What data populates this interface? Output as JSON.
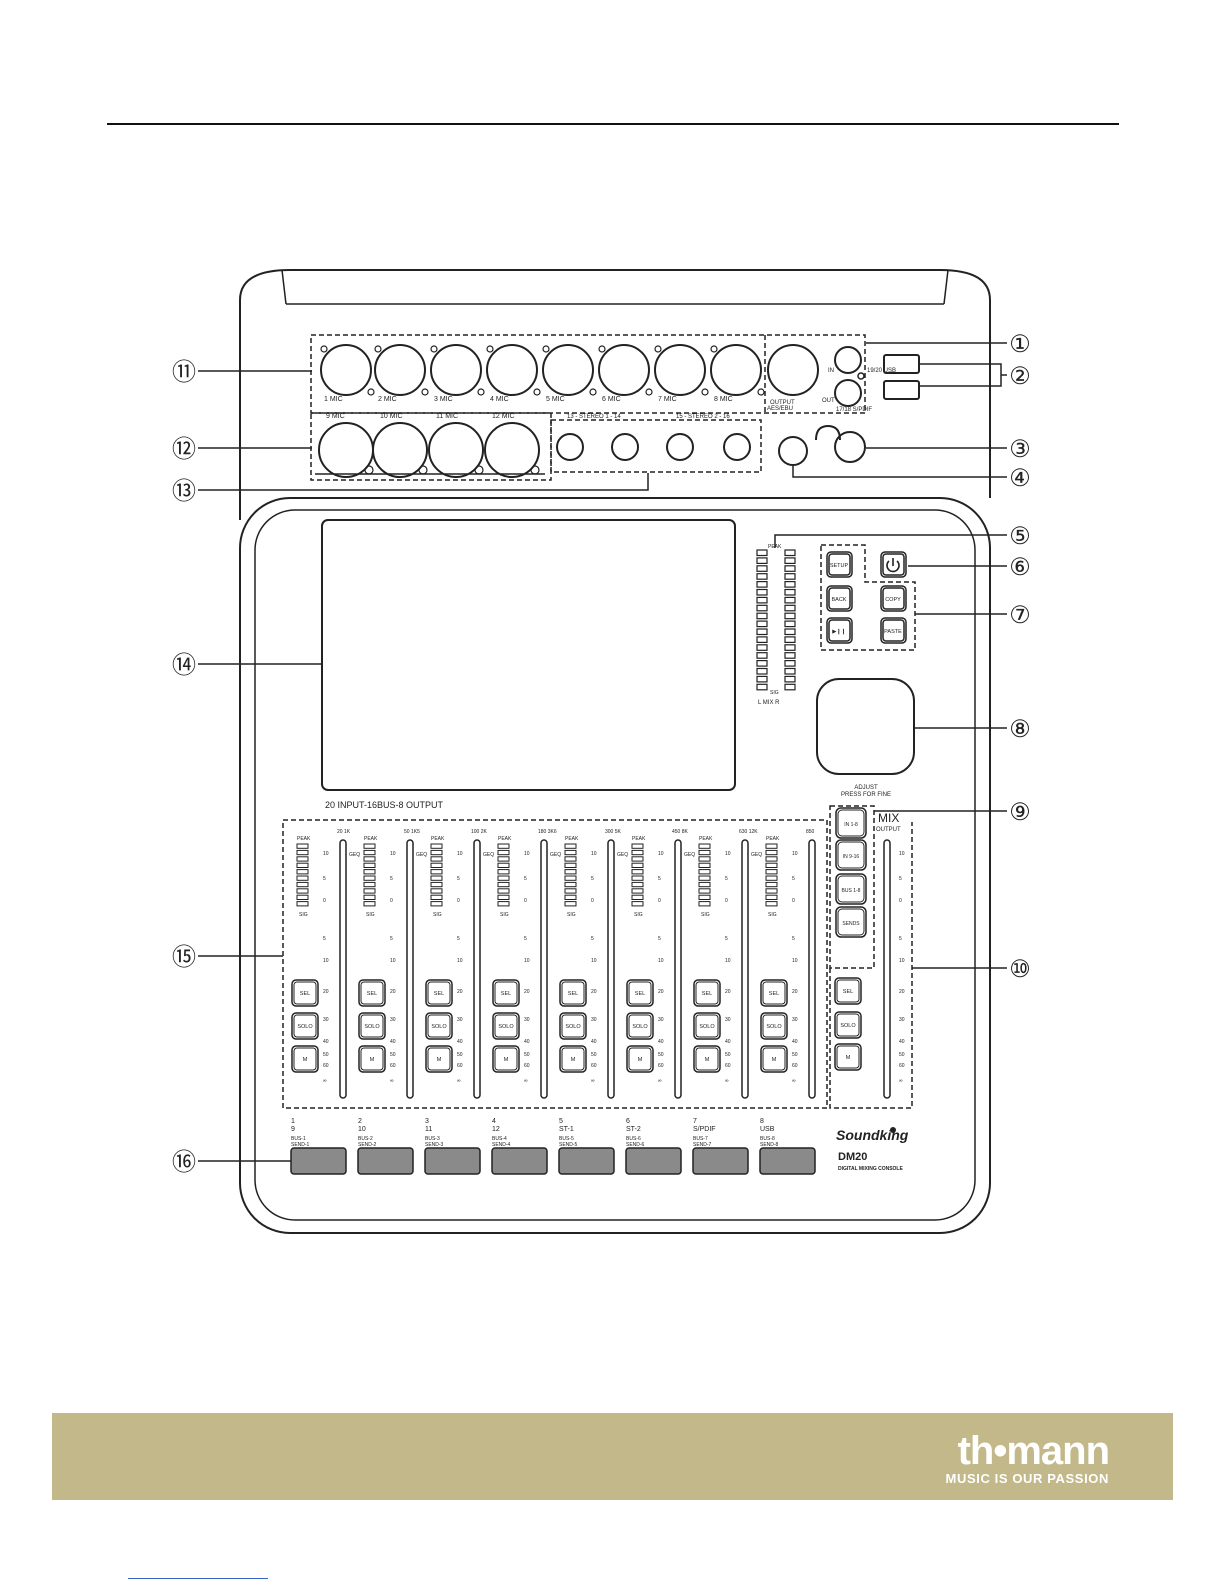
{
  "callouts": [
    "①",
    "②",
    "③",
    "④",
    "⑤",
    "⑥",
    "⑦",
    "⑧",
    "⑨",
    "⑩",
    "⑪",
    "⑫",
    "⑬",
    "⑭",
    "⑮",
    "⑯"
  ],
  "top_row_mics": [
    "1 MIC",
    "2 MIC",
    "3 MIC",
    "4 MIC",
    "5 MIC",
    "6 MIC",
    "7 MIC",
    "8 MIC"
  ],
  "output_label": "OUTPUT",
  "output_sub": "AES/EBU",
  "in_label": "IN",
  "out_label": "OUT",
  "usb_label": "19/20 USB",
  "spdif_label": "17/18 S/PDIF",
  "second_row_mics": [
    "9 MIC",
    "10 MIC",
    "11 MIC",
    "12 MIC"
  ],
  "stereo1_label": "13 - STEREO 1 - 14",
  "stereo2_label": "15 - STEREO 2 - 16",
  "display_caption": "20 INPUT-16BUS-8 OUTPUT",
  "meter_peak": "PEAK",
  "meter_sig": "SIG",
  "meter_bottom": "L   MIX   R",
  "buttons": {
    "setup": "SETUP",
    "back": "BACK",
    "copy": "COPY",
    "play": "▶❙❙",
    "paste": "PASTE"
  },
  "encoder_caption_1": "ADJUST",
  "encoder_caption_2": "PRESS FOR FINE",
  "layer_buttons": [
    "IN 1-8",
    "IN 9-16",
    "BUS 1-8",
    "SENDS"
  ],
  "mix_label": "MIX",
  "mix_sub": "OUTPUT",
  "channel_buttons": {
    "sel": "SEL",
    "solo": "SOLO",
    "mute": "M"
  },
  "strip_peak": "PEAK",
  "strip_sig": "SIG",
  "strip_geq": "GEQ",
  "fader_scale": [
    "10",
    "5",
    "0",
    "5",
    "10",
    "20",
    "30",
    "40",
    "50",
    "60",
    "∞"
  ],
  "channel_labels": [
    {
      "l1": "1",
      "l2": "9",
      "l3": "BUS-1",
      "l4": "SEND-1"
    },
    {
      "l1": "2",
      "l2": "10",
      "l3": "BUS-2",
      "l4": "SEND-2"
    },
    {
      "l1": "3",
      "l2": "11",
      "l3": "BUS-3",
      "l4": "SEND-3"
    },
    {
      "l1": "4",
      "l2": "12",
      "l3": "BUS-4",
      "l4": "SEND-4"
    },
    {
      "l1": "5",
      "l2": "ST-1",
      "l3": "BUS-5",
      "l4": "SEND-5"
    },
    {
      "l1": "6",
      "l2": "ST-2",
      "l3": "BUS-6",
      "l4": "SEND-6"
    },
    {
      "l1": "7",
      "l2": "S/PDIF",
      "l3": "BUS-7",
      "l4": "SEND-7"
    },
    {
      "l1": "8",
      "l2": "USB",
      "l3": "BUS-8",
      "l4": "SEND-8"
    }
  ],
  "strip_freqs": [
    "20 1K",
    "50 1K5",
    "100 2K",
    "180 3K6",
    "300 5K",
    "450 8K",
    "630 12K",
    "850"
  ],
  "console_brand": "Soundking",
  "console_model": "DM20",
  "console_desc": "DIGITAL MIXING CONSOLE",
  "footer": {
    "brand": "th•mann",
    "slogan": "MUSIC IS OUR PASSION"
  }
}
